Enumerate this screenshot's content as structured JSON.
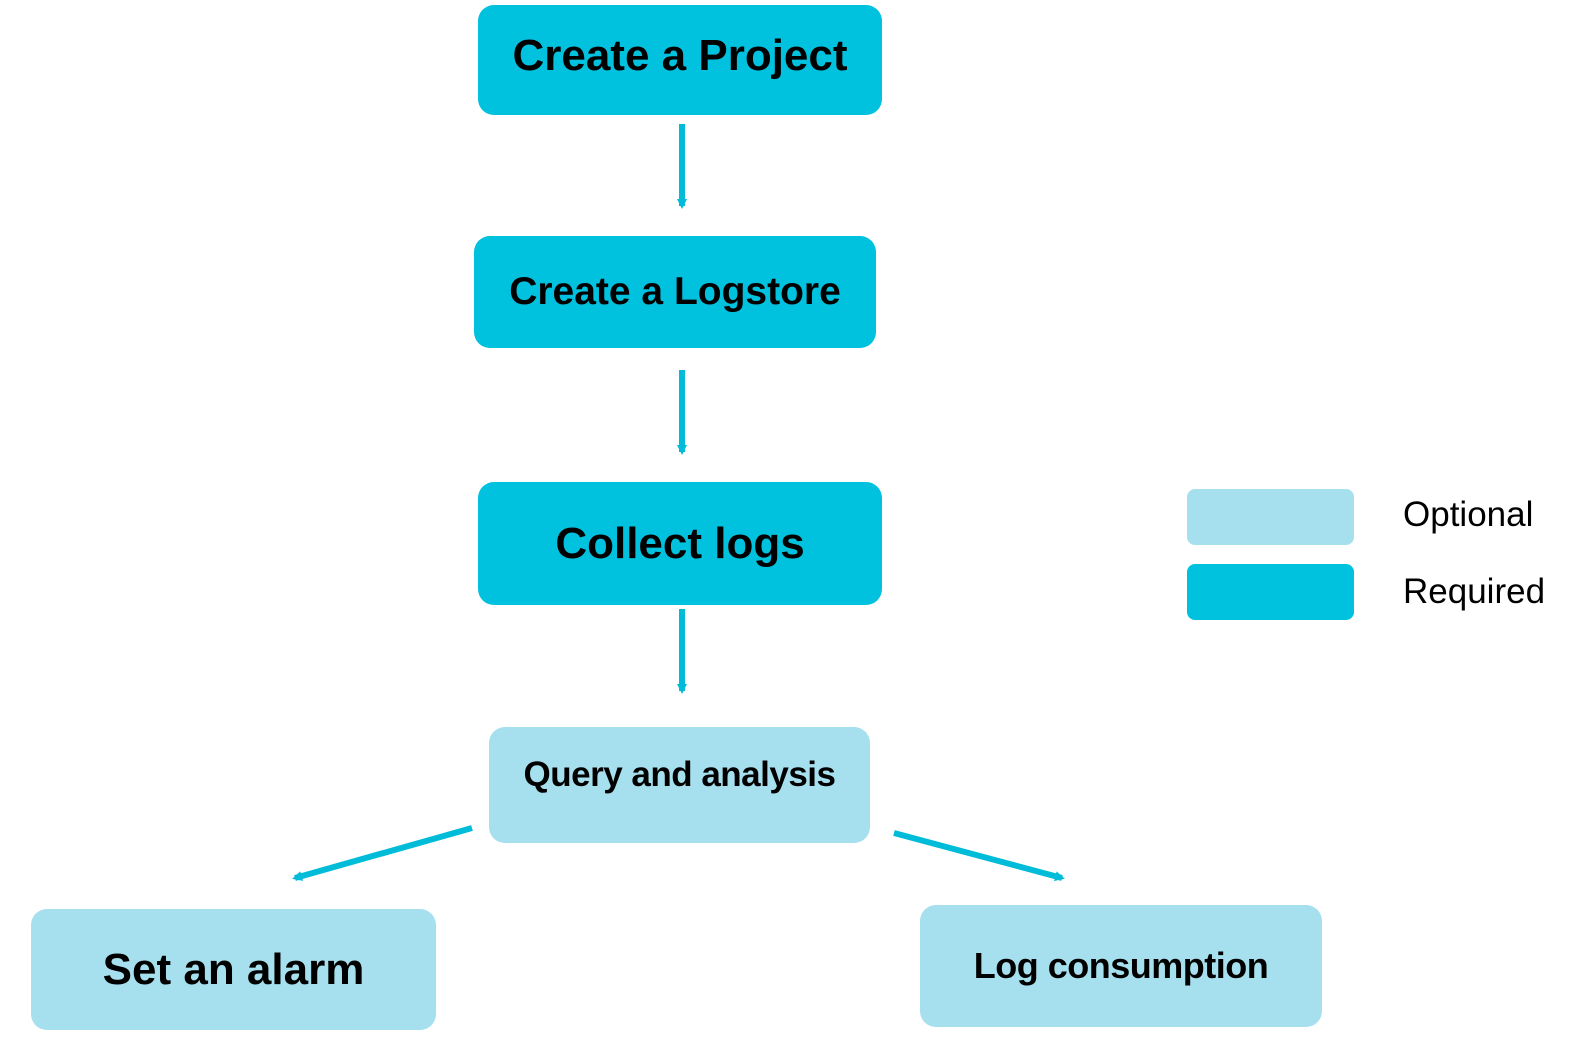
{
  "nodes": {
    "create_project": "Create a Project",
    "create_logstore": "Create a Logstore",
    "collect_logs": "Collect logs",
    "query_analysis": "Query and analysis",
    "set_alarm": "Set an alarm",
    "log_consumption": "Log consumption"
  },
  "legend": {
    "optional": "Optional",
    "required": "Required"
  },
  "colors": {
    "required": "#00c1de",
    "optional": "#a6e0ee",
    "arrow": "#00bcd9"
  }
}
